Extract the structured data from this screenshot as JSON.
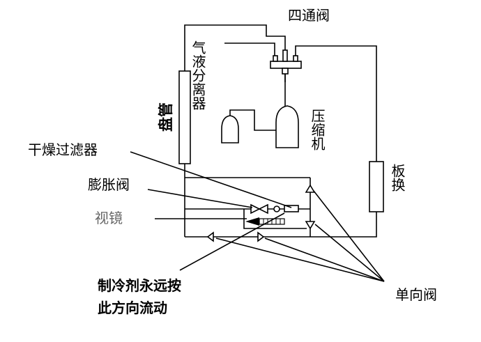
{
  "labels": {
    "four_way_valve": "四通阀",
    "coil_pipe": "盘管",
    "gas_liquid_separator": "气液分离器",
    "compressor": "压缩机",
    "drying_filter": "干燥过滤器",
    "expansion_valve": "膨胀阀",
    "sight_glass": "视镜",
    "plate_exchanger": "板换",
    "refrigerant_note_line1": "制冷剂永远按",
    "refrigerant_note_line2": "此方向流动",
    "check_valve": "单向阀"
  }
}
